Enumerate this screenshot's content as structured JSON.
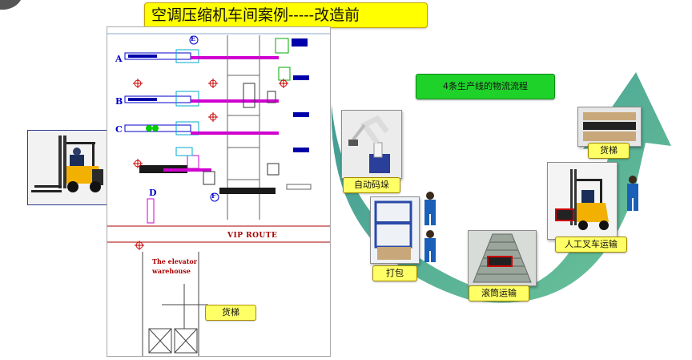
{
  "title": "空调压缩机车间案例-----改造前",
  "layout": {
    "line_letters": [
      "A",
      "B",
      "C",
      "D"
    ],
    "circle_letters": [
      "E",
      "F"
    ],
    "vip_route": "VIP ROUTE",
    "elevator_note_line1": "The elevator",
    "elevator_note_line2": "warehouse",
    "elevator_label": "货梯"
  },
  "flow": {
    "title": "4条生产线的物流流程",
    "steps": [
      {
        "label": "自动码垛",
        "icon": "robot-arm"
      },
      {
        "label": "打包",
        "icon": "packing-machine"
      },
      {
        "label": "滚筒运输",
        "icon": "roller-conveyor"
      },
      {
        "label": "人工叉车运输",
        "icon": "forklift"
      },
      {
        "label": "货梯",
        "icon": "freight-elevator"
      }
    ],
    "arrow_color": "#4aaf8f"
  },
  "colors": {
    "title_bg": "#ffff00",
    "flow_title_bg": "#1fd22a",
    "label_bg": "#ffff66",
    "drawing_magenta": "#d000d0",
    "drawing_green": "#00cc00",
    "drawing_blue": "#0000cc"
  }
}
